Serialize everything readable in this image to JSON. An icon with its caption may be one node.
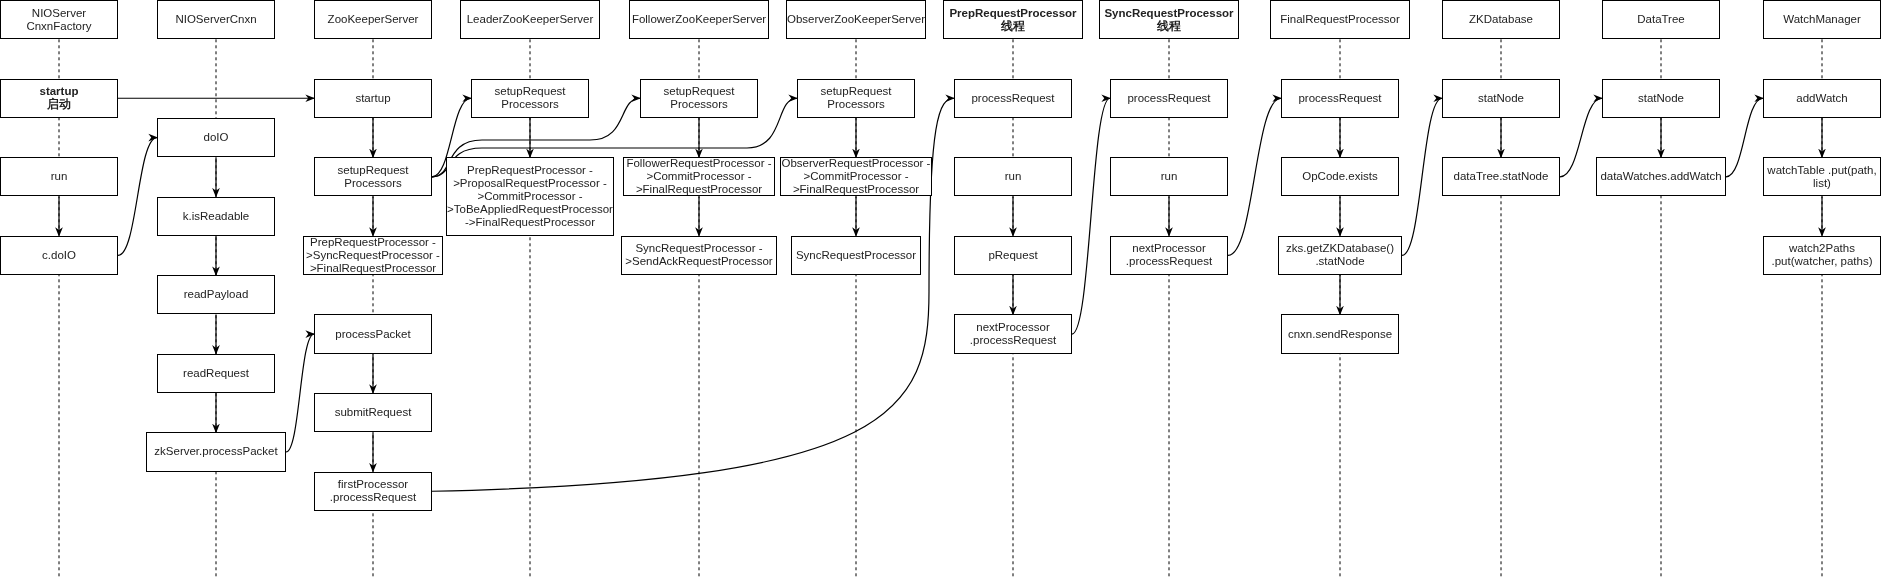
{
  "diagram": {
    "nodes": [
      {
        "text": [
          "NIOServer CnxnFactory"
        ]
      },
      {
        "text": [
          "startup",
          "启动"
        ]
      },
      {
        "text": [
          "run"
        ]
      },
      {
        "text": [
          "c.doIO"
        ]
      },
      {
        "text": [
          "NIOServerCnxn"
        ]
      },
      {
        "text": [
          "doIO"
        ]
      },
      {
        "text": [
          "k.isReadable"
        ]
      },
      {
        "text": [
          "readPayload"
        ]
      },
      {
        "text": [
          "readRequest"
        ]
      },
      {
        "text": [
          "zkServer.processPacket"
        ]
      },
      {
        "text": [
          "ZooKeeperServer"
        ]
      },
      {
        "text": [
          "startup"
        ]
      },
      {
        "text": [
          "setupRequest Processors"
        ]
      },
      {
        "text": [
          "PrepRequestProcessor ->SyncRequestProcessor ->FinalRequestProcessor"
        ]
      },
      {
        "text": [
          "processPacket"
        ]
      },
      {
        "text": [
          "submitRequest"
        ]
      },
      {
        "text": [
          "firstProcessor .processRequest"
        ]
      },
      {
        "text": [
          "LeaderZooKeeperServer"
        ]
      },
      {
        "text": [
          "setupRequest Processors"
        ]
      },
      {
        "text": [
          "PrepRequestProcessor ->ProposalRequestProcessor ->CommitProcessor ->ToBeAppliedRequestProcessor ->FinalRequestProcessor"
        ]
      },
      {
        "text": [
          "FollowerZooKeeperServer"
        ]
      },
      {
        "text": [
          "setupRequest Processors"
        ]
      },
      {
        "text": [
          "FollowerRequestProcessor ->CommitProcessor - >FinalRequestProcessor"
        ]
      },
      {
        "text": [
          "SyncRequestProcessor - >SendAckRequestProcessor"
        ]
      },
      {
        "text": [
          "ObserverZooKeeperServer"
        ]
      },
      {
        "text": [
          "setupRequest Processors"
        ]
      },
      {
        "text": [
          "ObserverRequestProcessor ->CommitProcessor ->FinalRequestProcessor"
        ]
      },
      {
        "text": [
          "SyncRequestProcessor"
        ]
      },
      {
        "text": [
          "PrepRequestProcessor",
          "线程"
        ]
      },
      {
        "text": [
          "processRequest"
        ]
      },
      {
        "text": [
          "run"
        ]
      },
      {
        "text": [
          "pRequest"
        ]
      },
      {
        "text": [
          "nextProcessor .processRequest"
        ]
      },
      {
        "text": [
          "SyncRequestProcessor",
          "线程"
        ]
      },
      {
        "text": [
          "processRequest"
        ]
      },
      {
        "text": [
          "run"
        ]
      },
      {
        "text": [
          "nextProcessor .processRequest"
        ]
      },
      {
        "text": [
          "FinalRequestProcessor"
        ]
      },
      {
        "text": [
          "processRequest"
        ]
      },
      {
        "text": [
          "OpCode.exists"
        ]
      },
      {
        "text": [
          "zks.getZKDatabase() .statNode"
        ]
      },
      {
        "text": [
          "cnxn.sendResponse"
        ]
      },
      {
        "text": [
          "ZKDatabase"
        ]
      },
      {
        "text": [
          "statNode"
        ]
      },
      {
        "text": [
          "dataTree.statNode"
        ]
      },
      {
        "text": [
          "DataTree"
        ]
      },
      {
        "text": [
          "statNode"
        ]
      },
      {
        "text": [
          "dataWatches.addWatch"
        ]
      },
      {
        "text": [
          "WatchManager"
        ]
      },
      {
        "text": [
          "addWatch"
        ]
      },
      {
        "text": [
          "watchTable .put(path, list)"
        ]
      },
      {
        "text": [
          "watch2Paths .put(watcher, paths)"
        ]
      }
    ],
    "edges": [
      {
        "from": 1,
        "to": 11,
        "arrow": "to"
      },
      {
        "from": 2,
        "to": 3,
        "arrow": "to"
      },
      {
        "from": 3,
        "to": 5,
        "arrow": "to"
      },
      {
        "from": 5,
        "to": 6,
        "arrow": "to"
      },
      {
        "from": 6,
        "to": 7,
        "arrow": "to"
      },
      {
        "from": 7,
        "to": 8,
        "arrow": "to"
      },
      {
        "from": 8,
        "to": 9,
        "arrow": "to"
      },
      {
        "from": 9,
        "to": 14,
        "arrow": "to"
      },
      {
        "from": 11,
        "to": 12,
        "arrow": "to"
      },
      {
        "from": 12,
        "to": 13,
        "arrow": "to"
      },
      {
        "from": 12,
        "to": 18,
        "arrow": "to"
      },
      {
        "from": 12,
        "to": 21,
        "arrow": "to"
      },
      {
        "from": 12,
        "to": 25,
        "arrow": "to"
      },
      {
        "from": 14,
        "to": 15,
        "arrow": "to"
      },
      {
        "from": 15,
        "to": 16,
        "arrow": "to"
      },
      {
        "from": 16,
        "to": 29,
        "arrow": "to"
      },
      {
        "from": 18,
        "to": 19,
        "arrow": "to"
      },
      {
        "from": 21,
        "to": 22,
        "arrow": "to"
      },
      {
        "from": 22,
        "to": 23,
        "arrow": "to"
      },
      {
        "from": 25,
        "to": 26,
        "arrow": "to"
      },
      {
        "from": 26,
        "to": 27,
        "arrow": "to"
      },
      {
        "from": 30,
        "to": 31,
        "arrow": "to"
      },
      {
        "from": 31,
        "to": 32,
        "arrow": "to"
      },
      {
        "from": 32,
        "to": 34,
        "arrow": "to"
      },
      {
        "from": 35,
        "to": 36,
        "arrow": "to"
      },
      {
        "from": 36,
        "to": 38,
        "arrow": "to"
      },
      {
        "from": 38,
        "to": 39,
        "arrow": "to"
      },
      {
        "from": 39,
        "to": 40,
        "arrow": "to"
      },
      {
        "from": 40,
        "to": 41,
        "arrow": "to"
      },
      {
        "from": 40,
        "to": 43,
        "arrow": "to"
      },
      {
        "from": 43,
        "to": 44,
        "arrow": "to"
      },
      {
        "from": 44,
        "to": 46,
        "arrow": "to"
      },
      {
        "from": 46,
        "to": 47,
        "arrow": "to"
      },
      {
        "from": 47,
        "to": 49,
        "arrow": "to"
      },
      {
        "from": 49,
        "to": 50,
        "arrow": "to"
      },
      {
        "from": 50,
        "to": 51,
        "arrow": "to"
      }
    ]
  }
}
